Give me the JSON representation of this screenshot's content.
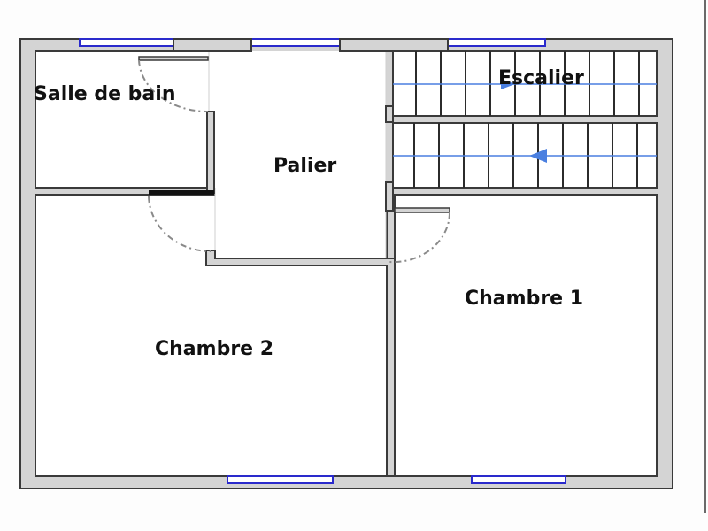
{
  "plan": {
    "rooms": [
      {
        "id": "salle-de-bain",
        "label": "Salle de bain"
      },
      {
        "id": "palier",
        "label": "Palier"
      },
      {
        "id": "escalier",
        "label": "Escalier"
      },
      {
        "id": "chambre-1",
        "label": "Chambre 1"
      },
      {
        "id": "chambre-2",
        "label": "Chambre 2"
      }
    ],
    "colors": {
      "wall_fill": "#d4d4d4",
      "wall_stroke": "#3a3a3a",
      "window": "#2a2acc",
      "stair_arrow": "#4a7fe0",
      "background": "#fdfdfd"
    },
    "stairs": {
      "flights": 2,
      "steps_per_flight": 11,
      "upper_arrow": "right",
      "lower_arrow": "left"
    }
  }
}
